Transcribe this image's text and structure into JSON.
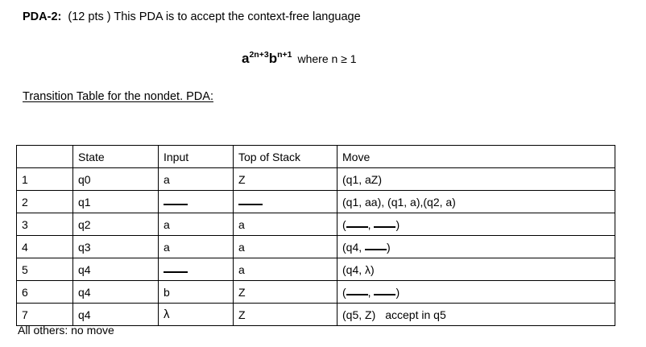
{
  "problem": {
    "label": "PDA-2:",
    "statement": "(12 pts ) This PDA is to accept the context-free language"
  },
  "formula": {
    "base1": "a",
    "exp1": "2n+3",
    "base2": "b",
    "exp2": "n+1",
    "condition": "where n ≥ 1"
  },
  "section": {
    "label": "Transition Table for the nondet. PDA:"
  },
  "table": {
    "headers": [
      "",
      "State",
      "Input",
      "Top of Stack",
      "Move"
    ],
    "rows": [
      {
        "num": "1",
        "state": "q0",
        "input": "a",
        "input_blank": false,
        "tos": "Z",
        "tos_blank": false,
        "move_kind": "text",
        "move": "(q1, aZ)",
        "move_note": ""
      },
      {
        "num": "2",
        "state": "q1",
        "input": "",
        "input_blank": true,
        "tos": "",
        "tos_blank": true,
        "move_kind": "text",
        "move": "(q1, aa), (q1, a),(q2, a)",
        "move_note": ""
      },
      {
        "num": "3",
        "state": "q2",
        "input": "a",
        "input_blank": false,
        "tos": "a",
        "tos_blank": false,
        "move_kind": "blank-blank",
        "move": "(___, ___)",
        "move_note": ""
      },
      {
        "num": "4",
        "state": "q3",
        "input": "a",
        "input_blank": false,
        "tos": "a",
        "tos_blank": false,
        "move_kind": "text-blank",
        "move": "(q4, ___)",
        "move_prefix": "(q4, ",
        "move_suffix": ")",
        "move_note": ""
      },
      {
        "num": "5",
        "state": "q4",
        "input": "",
        "input_blank": true,
        "tos": "a",
        "tos_blank": false,
        "move_kind": "text",
        "move": "(q4, λ)",
        "move_note": ""
      },
      {
        "num": "6",
        "state": "q4",
        "input": "b",
        "input_blank": false,
        "tos": "Z",
        "tos_blank": false,
        "move_kind": "blank-blank",
        "move": "(___, ___)",
        "move_note": ""
      },
      {
        "num": "7",
        "state": "q4",
        "input": "λ",
        "input_blank": false,
        "tos": "Z",
        "tos_blank": false,
        "move_kind": "text-note",
        "move": "(q5, Z)",
        "move_note": "accept in q5"
      }
    ]
  },
  "footer": {
    "note": "All others: no move"
  }
}
